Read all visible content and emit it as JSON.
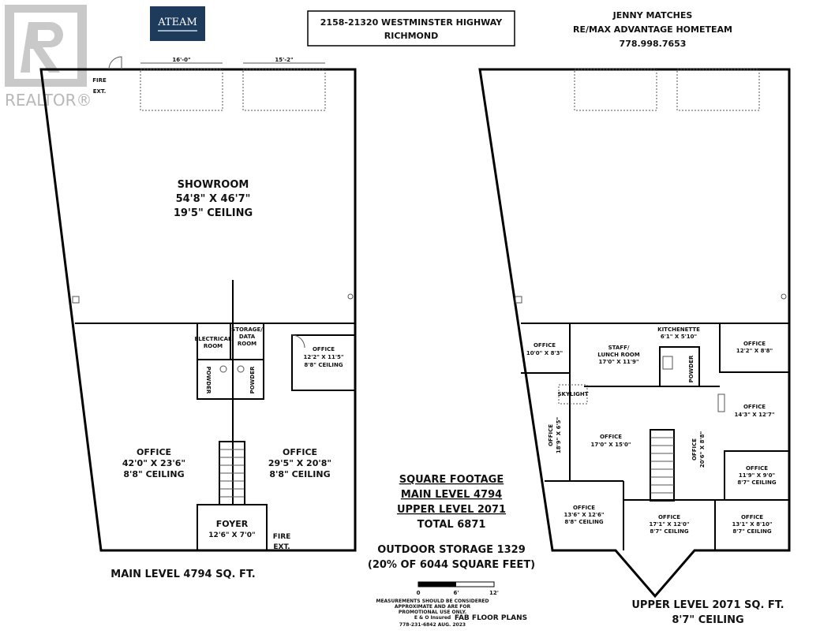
{
  "brand": {
    "realtor_watermark": "REALTOR®",
    "team_logo": "ATEAM",
    "floor_plan_logo": "FAB FLOOR PLANS"
  },
  "header": {
    "address_line1": "2158-21320 WESTMINSTER HIGHWAY",
    "address_line2": "RICHMOND",
    "agent_name": "JENNY MATCHES",
    "agency": "RE/MAX ADVANTAGE HOMETEAM",
    "phone": "778.998.7653"
  },
  "main_level": {
    "label": "MAIN LEVEL 4794 SQ. FT.",
    "fire_ext_top": [
      "FIRE",
      "EXT."
    ],
    "fire_ext_bottom": [
      "FIRE",
      "EXT."
    ],
    "door_dim_1": "16'-0\"",
    "door_dim_2": "15'-2\"",
    "showroom": [
      "SHOWROOM",
      "54'8\" X 46'7\"",
      "19'5\" CEILING"
    ],
    "electrical": [
      "ELECTRICAL",
      "ROOM"
    ],
    "storage": [
      "STORAGE/",
      "DATA",
      "ROOM"
    ],
    "office_small": [
      "OFFICE",
      "12'2\" X 11'5\"",
      "8'8\" CEILING"
    ],
    "powder_left": "POWDER",
    "powder_right": "POWDER",
    "office_left": [
      "OFFICE",
      "42'0\" X 23'6\"",
      "8'8\" CEILING"
    ],
    "office_right": [
      "OFFICE",
      "29'5\" X 20'8\"",
      "8'8\" CEILING"
    ],
    "foyer": [
      "FOYER",
      "12'6\" X 7'0\""
    ]
  },
  "upper_level": {
    "label_line1": "UPPER LEVEL 2071 SQ. FT.",
    "label_line2": "8'7\" CEILING",
    "office_a": [
      "OFFICE",
      "10'0\" X 8'3\""
    ],
    "staff": [
      "STAFF/",
      "LUNCH ROOM",
      "17'0\" X 11'9\""
    ],
    "kitchenette": [
      "KITCHENETTE",
      "6'1\" X 5'10\""
    ],
    "office_b": [
      "OFFICE",
      "12'2\" X 8'8\""
    ],
    "skylight": "SKYLIGHT",
    "powder": "POWDER",
    "office_c": [
      "OFFICE",
      "14'3\" X 12'7\""
    ],
    "office_d": [
      "OFFICE",
      "18'9\" X 6'5\""
    ],
    "office_e": [
      "OFFICE",
      "17'0\" X 15'0\""
    ],
    "office_f": [
      "OFFICE",
      "20'6\" X 8'8\""
    ],
    "office_g": [
      "OFFICE",
      "11'9\" X 9'0\"",
      "8'7\" CEILING"
    ],
    "office_h": [
      "OFFICE",
      "13'6\" X 12'6\"",
      "8'8\" CEILING"
    ],
    "office_i": [
      "OFFICE",
      "17'1\" X 12'0\"",
      "8'7\" CEILING"
    ],
    "office_j": [
      "OFFICE",
      "13'1\" X 8'10\"",
      "8'7\" CEILING"
    ]
  },
  "footage": {
    "title": "SQUARE FOOTAGE",
    "main": "MAIN LEVEL 4794",
    "upper": "UPPER LEVEL 2071",
    "total": "TOTAL 6871",
    "outdoor_line1": "OUTDOOR STORAGE 1329",
    "outdoor_line2": "(20% OF 6044 SQUARE FEET)"
  },
  "scale": {
    "ticks": [
      "0",
      "6'",
      "12'"
    ],
    "disclaimer": [
      "MEASUREMENTS SHOULD BE CONSIDERED",
      "APPROXIMATE AND ARE FOR",
      "PROMOTIONAL USE ONLY.",
      "E & O Insured"
    ],
    "contact": "778-231-6842  AUG. 2023"
  }
}
